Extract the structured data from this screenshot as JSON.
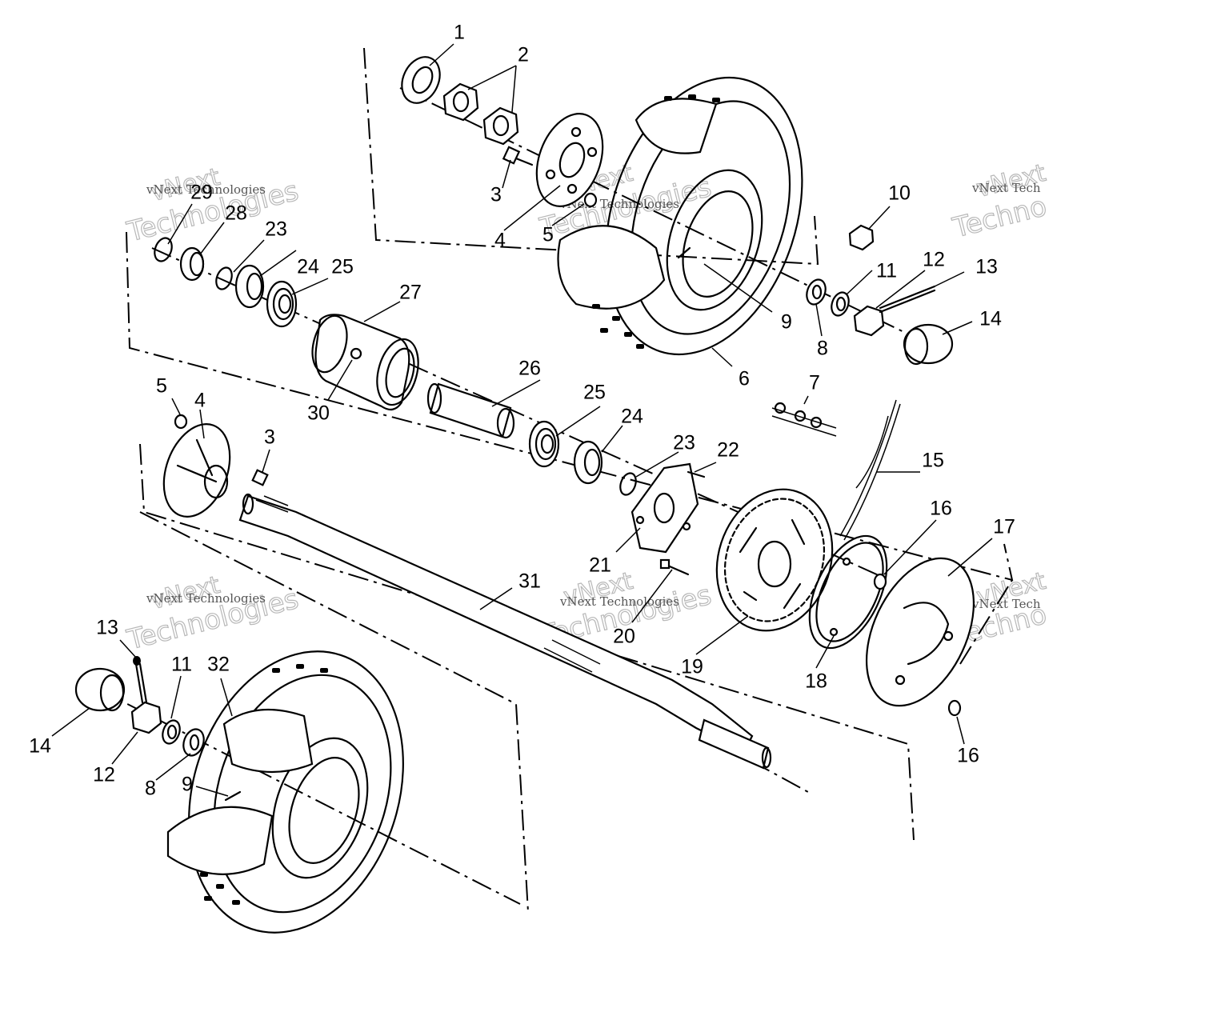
{
  "callouts": [
    {
      "n": "1"
    },
    {
      "n": "2"
    },
    {
      "n": "3"
    },
    {
      "n": "4"
    },
    {
      "n": "5"
    },
    {
      "n": "6"
    },
    {
      "n": "7"
    },
    {
      "n": "8"
    },
    {
      "n": "9"
    },
    {
      "n": "10"
    },
    {
      "n": "11"
    },
    {
      "n": "12"
    },
    {
      "n": "13"
    },
    {
      "n": "14"
    },
    {
      "n": "15"
    },
    {
      "n": "16"
    },
    {
      "n": "17"
    },
    {
      "n": "18"
    },
    {
      "n": "19"
    },
    {
      "n": "20"
    },
    {
      "n": "21"
    },
    {
      "n": "22"
    },
    {
      "n": "23"
    },
    {
      "n": "24"
    },
    {
      "n": "25"
    },
    {
      "n": "26"
    },
    {
      "n": "27"
    },
    {
      "n": "28"
    },
    {
      "n": "29"
    },
    {
      "n": "30"
    },
    {
      "n": "31"
    },
    {
      "n": "32"
    }
  ],
  "watermark": {
    "brand_top": "vNext",
    "brand_bottom": "Technologies",
    "small": "vNext Technologies",
    "edge_small": "vNext Tech",
    "edge_big": "Techno"
  }
}
